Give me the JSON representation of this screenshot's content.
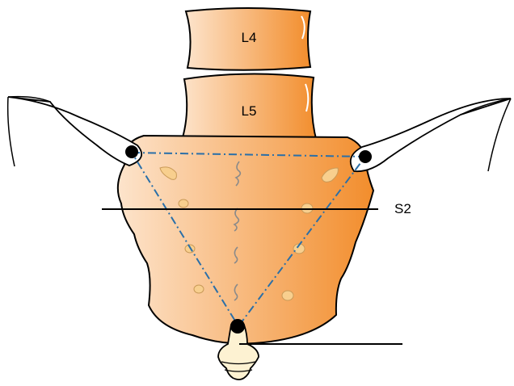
{
  "labels": {
    "vertebra_upper": "L4",
    "vertebra_lower": "L5",
    "level_line": "S2"
  },
  "colors": {
    "bone_light": "#fde4cc",
    "bone_dark": "#f28d2c",
    "outline": "#000000",
    "triangle_line": "#2a6fa8",
    "foramen_fill": "#f8cf8e",
    "foramen_stroke": "#c99a58",
    "crest_mark": "#8a8a8a",
    "coccyx_fill": "#fdf2d2"
  },
  "icons": {
    "landmark_dot": "filled-black-circle"
  }
}
